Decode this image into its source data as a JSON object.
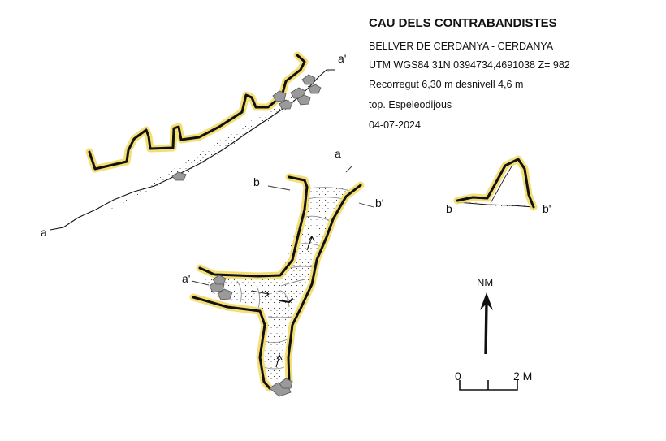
{
  "header": {
    "title": "CAU DELS CONTRABANDISTES",
    "location": "BELLVER DE CERDANYA - CERDANYA",
    "coordinates": "UTM WGS84 31N 0394734,4691038 Z= 982",
    "survey": "Recorregut 6,30 m desnivell 4,6 m",
    "topographers": "top. Espeleodijous",
    "date": "04-07-2024"
  },
  "profile_labels": {
    "start": "a",
    "end": "a'"
  },
  "plan_labels": {
    "a": "a",
    "a_prime": "a'",
    "b": "b",
    "b_prime": "b'"
  },
  "section_labels": {
    "left": "b",
    "right": "b'"
  },
  "north": {
    "label": "NM"
  },
  "scale": {
    "start": "0",
    "end": "2 M"
  },
  "colors": {
    "wall": "#111111",
    "wall_highlight": "#f1d95e",
    "rock": "#9a9a9a"
  }
}
